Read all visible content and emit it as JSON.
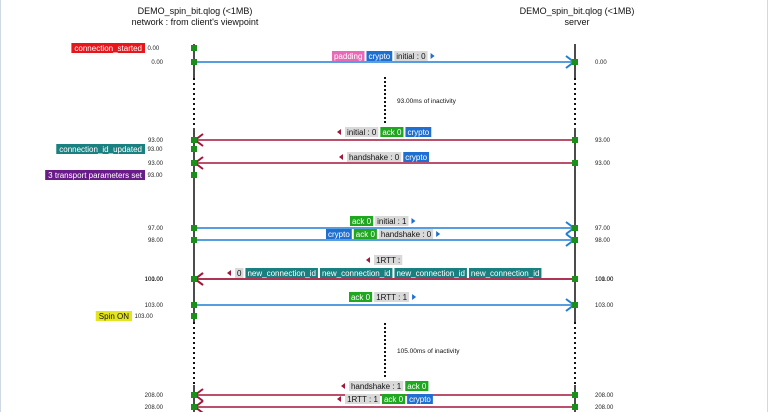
{
  "header": {
    "left_title": "DEMO_spin_bit.qlog (<1MB)",
    "left_subtitle": "network : from client's viewpoint",
    "right_title": "DEMO_spin_bit.qlog (<1MB)",
    "right_subtitle": "server"
  },
  "colors": {
    "send_arrow": "#1f7fd6",
    "recv_arrow": "#a3173b",
    "timeline": "#111111",
    "marker": "#1a8f1a",
    "padding": "#e86ab7",
    "crypto": "#1f6fd0",
    "ack": "#1fa81f",
    "initial_handshake": "#d9d9d9",
    "new_connection_id": "#1a7f7f",
    "connection_started": "#e8151b",
    "connection_id_updated": "#1a8080",
    "transport_params": "#6a1b8a",
    "spin": "#e4e41f"
  },
  "events": [
    {
      "id": "connection_started",
      "label": "connection_started",
      "time": "0.00",
      "color": "#e8151b",
      "text": "#ffffff"
    },
    {
      "id": "connection_id_updated",
      "label": "connection_id_updated",
      "time": "93.00",
      "color": "#1a8080",
      "text": "#ffffff"
    },
    {
      "id": "transport_params",
      "label": "3 transport parameters set",
      "time": "93.00",
      "color": "#6a1b8a",
      "text": "#ffffff"
    },
    {
      "id": "spin_on",
      "label": "Spin ON",
      "time": "103.00",
      "color": "#e4e41f",
      "text": "#111111"
    }
  ],
  "inactivity": [
    {
      "label": "93.00ms of inactivity"
    },
    {
      "label": "105.00ms of inactivity"
    }
  ],
  "messages": [
    {
      "dir": "send",
      "client_time": "0.00",
      "server_time": "0.00",
      "frames": [
        {
          "t": "padding",
          "c": "padding"
        },
        {
          "t": "crypto",
          "c": "crypto"
        },
        {
          "t": "initial : 0",
          "c": "initial_handshake"
        }
      ]
    },
    {
      "dir": "recv",
      "client_time": "93.00",
      "server_time": "93.00",
      "frames": [
        {
          "t": "initial : 0",
          "c": "initial_handshake"
        },
        {
          "t": "ack 0",
          "c": "ack"
        },
        {
          "t": "crypto",
          "c": "crypto"
        }
      ]
    },
    {
      "dir": "recv",
      "client_time": "93.00",
      "server_time": "93.00",
      "frames": [
        {
          "t": "handshake : 0",
          "c": "initial_handshake"
        },
        {
          "t": "crypto",
          "c": "crypto"
        }
      ]
    },
    {
      "dir": "send",
      "client_time": "97.00",
      "server_time": "97.00",
      "frames": [
        {
          "t": "ack 0",
          "c": "ack"
        },
        {
          "t": "initial : 1",
          "c": "initial_handshake"
        }
      ]
    },
    {
      "dir": "send",
      "client_time": "98.00",
      "server_time": "98.00",
      "frames": [
        {
          "t": "crypto",
          "c": "crypto"
        },
        {
          "t": "ack 0",
          "c": "ack"
        },
        {
          "t": "handshake : 0",
          "c": "initial_handshake"
        }
      ]
    },
    {
      "dir": "recv",
      "client_time": "100.00",
      "server_time": "100.00",
      "frames": [
        {
          "t": "1RTT :",
          "c": "initial_handshake"
        }
      ]
    },
    {
      "dir": "recv",
      "client_time": "101.00",
      "server_time": "101.00",
      "frames": [
        {
          "t": "0",
          "c": "initial_handshake"
        },
        {
          "t": "new_connection_id",
          "c": "new_connection_id"
        },
        {
          "t": "new_connection_id",
          "c": "new_connection_id"
        },
        {
          "t": "new_connection_id",
          "c": "new_connection_id"
        },
        {
          "t": "new_connection_id",
          "c": "new_connection_id"
        }
      ]
    },
    {
      "dir": "send",
      "client_time": "103.00",
      "server_time": "103.00",
      "frames": [
        {
          "t": "ack 0",
          "c": "ack"
        },
        {
          "t": "1RTT : 1",
          "c": "initial_handshake"
        }
      ]
    },
    {
      "dir": "recv",
      "client_time": "208.00",
      "server_time": "208.00",
      "frames": [
        {
          "t": "handshake : 1",
          "c": "initial_handshake"
        },
        {
          "t": "ack 0",
          "c": "ack"
        }
      ]
    },
    {
      "dir": "recv",
      "client_time": "208.00",
      "server_time": "208.00",
      "frames": [
        {
          "t": "1RTT : 1",
          "c": "initial_handshake"
        },
        {
          "t": "ack 0",
          "c": "ack"
        },
        {
          "t": "crypto",
          "c": "crypto"
        }
      ]
    }
  ]
}
